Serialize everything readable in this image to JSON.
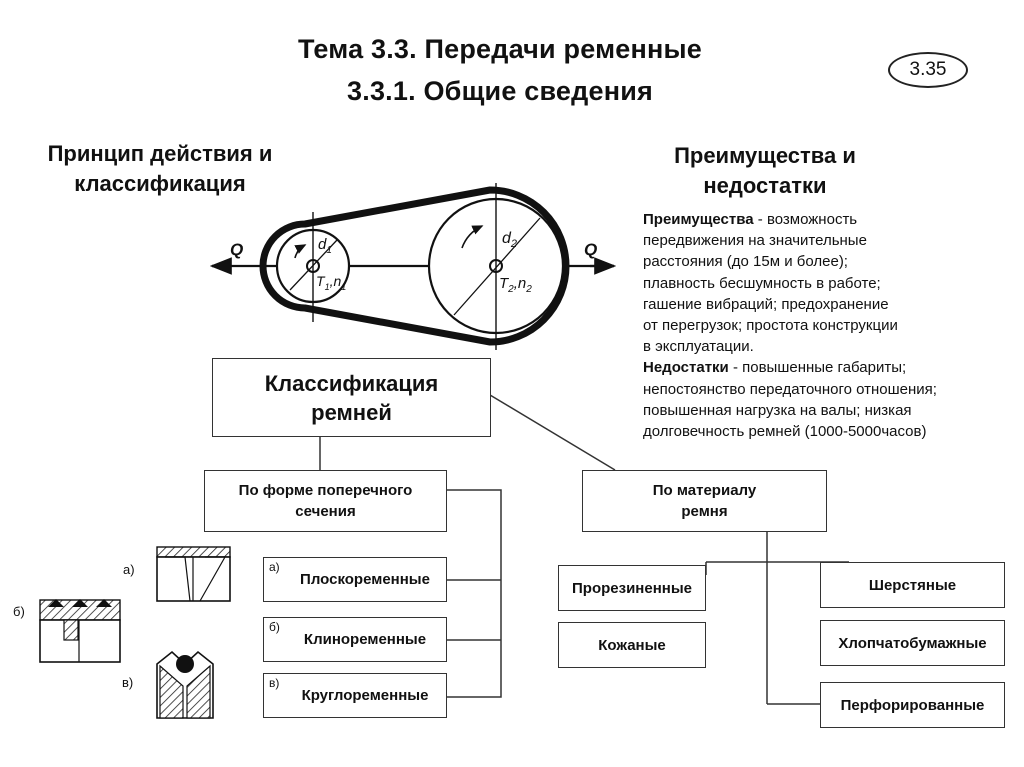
{
  "header": {
    "title_line1": "Тема 3.3. Передачи ременные",
    "title_line2": "3.3.1. Общие сведения",
    "page_badge": "3.35"
  },
  "left_heading": {
    "line1": "Принцип действия и",
    "line2": "классификация"
  },
  "right_heading": {
    "line1": "Преимущества и",
    "line2": "недостатки"
  },
  "drive": {
    "force_left": "Q",
    "force_right": "Q",
    "d1": "d",
    "d1_sub": "1",
    "d2": "d",
    "d2_sub": "2",
    "t1": "T",
    "t1_sub": "1",
    "n1": "n",
    "n1_sub": "1",
    "t2": "T",
    "t2_sub": "2",
    "n2": "n",
    "n2_sub": "2"
  },
  "advantages": {
    "adv_head": "Преимущества",
    "adv_line1": " - возможность",
    "adv_line2": "передвижения на значительные",
    "adv_line3": "расстояния  (до 15м и более);",
    "adv_line4": "плавность бесшумность в работе;",
    "adv_line5": "гашение вибраций; предохранение",
    "adv_line6": "от перегрузок; простота конструкции",
    "adv_line7": " в эксплуатации.",
    "dis_head": "Недостатки",
    "dis_line1": " - повышенные габариты;",
    "dis_line2": "непостоянство передаточного отношения;",
    "dis_line3": "повышенная нагрузка на валы; низкая",
    "dis_line4": "долговечность ремней (1000-5000часов)"
  },
  "classification": {
    "root_line1": "Классификация",
    "root_line2": "ремней",
    "by_shape_line1": "По форме поперечного",
    "by_shape_line2": "сечения",
    "by_material_line1": "По материалу",
    "by_material_line2": "ремня",
    "shape_items": [
      {
        "letter": "а)",
        "label": "Плоскоременные"
      },
      {
        "letter": "б)",
        "label": "Клиноременные"
      },
      {
        "letter": "в)",
        "label": "Круглоременные"
      }
    ],
    "material_left": [
      "Прорезиненные",
      "Кожаные"
    ],
    "material_right": [
      "Шерстяные",
      "Хлопчатобумажные",
      "Перфорированные"
    ],
    "figure_letters": {
      "a": "а)",
      "b": "б)",
      "v": "в)"
    }
  }
}
